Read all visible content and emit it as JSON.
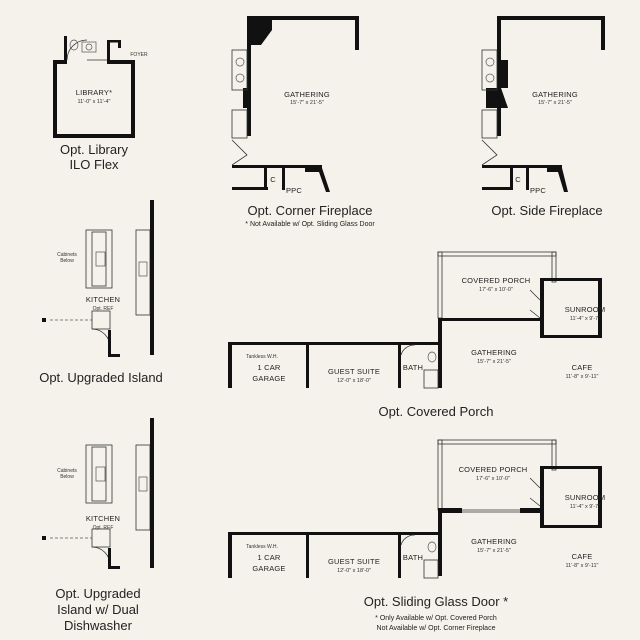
{
  "library": {
    "foyer": "FOYER",
    "room": "LIBRARY*",
    "dim": "11'-0\" x 11'-4\"",
    "caption_1": "Opt. Library",
    "caption_2": "ILO Flex"
  },
  "corner_fireplace": {
    "room": "GATHERING",
    "dim": "15'-7\" x 21'-5\"",
    "c": "C",
    "ppc": "PPC",
    "caption": "Opt. Corner Fireplace",
    "note": "* Not Available w/ Opt. Sliding Glass Door"
  },
  "side_fireplace": {
    "room": "GATHERING",
    "dim": "15'-7\" x 21'-5\"",
    "c": "C",
    "ppc": "PPC",
    "caption": "Opt. Side Fireplace"
  },
  "island": {
    "cabinets_1": "Cabinets",
    "cabinets_2": "Below",
    "kitchen": "KITCHEN",
    "ref": "Opt. REF",
    "caption": "Opt. Upgraded Island"
  },
  "covered_porch": {
    "porch": "COVERED PORCH",
    "porch_dim": "17'-6\" x 10'-0\"",
    "sunroom": "SUNROOM",
    "sunroom_dim": "11'-4\" x 9'-7\"",
    "gathering": "GATHERING",
    "gathering_dim": "15'-7\" x 21'-5\"",
    "cafe": "CAFE",
    "cafe_dim": "11'-8\" x 9'-11\"",
    "tankless": "Tankless W.H.",
    "garage_1": "1 CAR",
    "garage_2": "GARAGE",
    "guest": "GUEST SUITE",
    "guest_dim": "12'-0\" x 18'-0\"",
    "bath": "BATH",
    "caption": "Opt. Covered Porch"
  },
  "dual_island": {
    "cabinets_1": "Cabinets",
    "cabinets_2": "Below",
    "kitchen": "KITCHEN",
    "ref": "Opt. REF",
    "caption_1": "Opt. Upgraded",
    "caption_2": "Island w/ Dual",
    "caption_3": "Dishwasher"
  },
  "sliding_door": {
    "porch": "COVERED PORCH",
    "porch_dim": "17'-6\" x 10'-0\"",
    "sunroom": "SUNROOM",
    "sunroom_dim": "11'-4\" x 9'-7\"",
    "gathering": "GATHERING",
    "gathering_dim": "15'-7\" x 21'-5\"",
    "cafe": "CAFE",
    "cafe_dim": "11'-8\" x 9'-11\"",
    "tankless": "Tankless W.H.",
    "garage_1": "1 CAR",
    "garage_2": "GARAGE",
    "guest": "GUEST SUITE",
    "guest_dim": "12'-0\" x 18'-0\"",
    "bath": "BATH",
    "caption": "Opt. Sliding Glass Door *",
    "note_1": "* Only Available w/ Opt. Covered Porch",
    "note_2": "Not Available w/ Opt. Corner Fireplace"
  }
}
